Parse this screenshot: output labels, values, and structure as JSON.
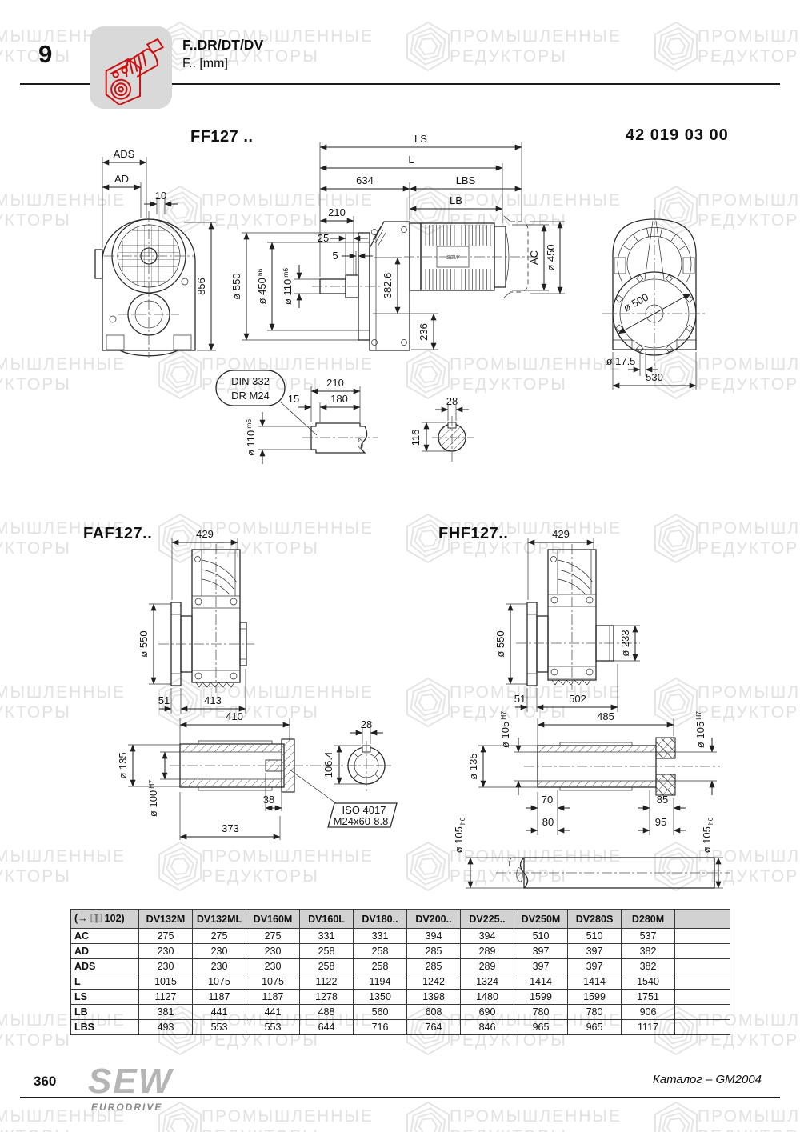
{
  "header": {
    "chapter_number": "9",
    "title": "F..DR/DT/DV",
    "subtitle": "F.. [mm]"
  },
  "watermark": {
    "line1": "ПРОМЫШЛЕННЫЕ",
    "line2": "РЕДУКТОРЫ"
  },
  "drawings": {
    "ff_title": "FF127 ..",
    "part_number": "42 019 03 00",
    "faf_title": "FAF127..",
    "fhf_title": "FHF127..",
    "motor_label": "SEW"
  },
  "callouts": {
    "din_line1": "DIN 332",
    "din_line2": "DR M24",
    "iso_line1": "ISO 4017",
    "iso_line2": "M24x60-8.8"
  },
  "dims": {
    "ads": "ADS",
    "ad": "AD",
    "n10": "10",
    "n856": "856",
    "ls": "LS",
    "l": "L",
    "n634": "634",
    "lbs": "LBS",
    "lb": "LB",
    "n210": "210",
    "n25": "25",
    "n5": "5",
    "d550": "ø 550",
    "d450": "ø 450",
    "d110": "ø 110",
    "d500": "ø 500",
    "d175": "ø 17.5",
    "tol_h6": "h6",
    "tol_m6": "m6",
    "tol_H7": "H7",
    "n382": "382.6",
    "n236": "236",
    "ac": "AC",
    "n530": "530",
    "n15": "15",
    "n180": "180",
    "n28": "28",
    "n116": "116",
    "n429": "429",
    "n51": "51",
    "n413": "413",
    "n410": "410",
    "n373": "373",
    "n38": "38",
    "d135": "ø 135",
    "d100": "ø 100",
    "n1064": "106.4",
    "n502": "502",
    "n485": "485",
    "d233": "ø 233",
    "d105": "ø 105",
    "n70": "70",
    "n85": "85",
    "n80": "80",
    "n95": "95"
  },
  "table": {
    "ref_prefix": "(→",
    "ref_suffix": "102)",
    "columns": [
      "DV132M",
      "DV132ML",
      "DV160M",
      "DV160L",
      "DV180..",
      "DV200..",
      "DV225..",
      "DV250M",
      "DV280S",
      "D280M"
    ],
    "rows": [
      {
        "label": "AC",
        "values": [
          "275",
          "275",
          "275",
          "331",
          "331",
          "394",
          "394",
          "510",
          "510",
          "537"
        ]
      },
      {
        "label": "AD",
        "values": [
          "230",
          "230",
          "230",
          "258",
          "258",
          "285",
          "289",
          "397",
          "397",
          "382"
        ]
      },
      {
        "label": "ADS",
        "values": [
          "230",
          "230",
          "230",
          "258",
          "258",
          "285",
          "289",
          "397",
          "397",
          "382"
        ]
      },
      {
        "label": "L",
        "values": [
          "1015",
          "1075",
          "1075",
          "1122",
          "1194",
          "1242",
          "1324",
          "1414",
          "1414",
          "1540"
        ]
      },
      {
        "label": "LS",
        "values": [
          "1127",
          "1187",
          "1187",
          "1278",
          "1350",
          "1398",
          "1480",
          "1599",
          "1599",
          "1751"
        ]
      },
      {
        "label": "LB",
        "values": [
          "381",
          "441",
          "441",
          "488",
          "560",
          "608",
          "690",
          "780",
          "780",
          "906"
        ]
      },
      {
        "label": "LBS",
        "values": [
          "493",
          "553",
          "553",
          "644",
          "716",
          "764",
          "846",
          "965",
          "965",
          "1117"
        ]
      }
    ]
  },
  "footer": {
    "page_number": "360",
    "logo_top": "SEW",
    "logo_bottom": "EURODRIVE",
    "catalog_ref": "Каталог – GM2004"
  }
}
